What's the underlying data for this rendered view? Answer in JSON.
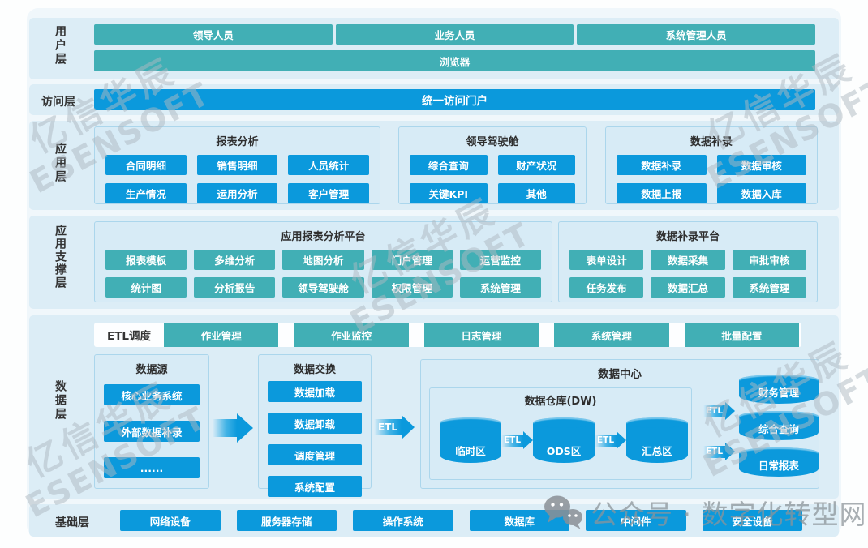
{
  "brand_watermark": {
    "line1": "亿信华辰",
    "line2": "ESENSOFT"
  },
  "footer_watermark": {
    "text": "公众号 · 数字化转型网"
  },
  "colors": {
    "teal": "#41afb5",
    "blue": "#0b99dc",
    "band_bg": "#dcedf6",
    "box_bg": "#d7ebf6"
  },
  "layers": {
    "user": {
      "label": "用户层",
      "roles": [
        "领导人员",
        "业务人员",
        "系统管理人员"
      ],
      "browser": "浏览器"
    },
    "access": {
      "label": "访问层",
      "portal": "统一访问门户"
    },
    "app": {
      "label": "应用层",
      "groups": [
        {
          "title": "报表分析",
          "items": [
            "合同明细",
            "销售明细",
            "人员统计",
            "生产情况",
            "运用分析",
            "客户管理"
          ]
        },
        {
          "title": "领导驾驶舱",
          "items": [
            "综合查询",
            "财产状况",
            "关键KPI",
            "其他"
          ]
        },
        {
          "title": "数据补录",
          "items": [
            "数据补录",
            "数据审核",
            "数据上报",
            "数据入库"
          ]
        }
      ]
    },
    "support": {
      "label": "应用支撑层",
      "groups": [
        {
          "title": "应用报表分析平台",
          "items": [
            "报表模板",
            "多维分析",
            "地图分析",
            "门户管理",
            "运营监控",
            "统计图",
            "分析报告",
            "领导驾驶舱",
            "权限管理",
            "系统管理"
          ]
        },
        {
          "title": "数据补录平台",
          "items": [
            "表单设计",
            "数据采集",
            "审批审核",
            "任务发布",
            "数据汇总",
            "系统管理"
          ]
        }
      ]
    },
    "data": {
      "label": "数据层",
      "etl_label": "ETL",
      "etl_bar": {
        "label": "ETL调度",
        "items": [
          "作业管理",
          "作业监控",
          "日志管理",
          "系统管理",
          "批量配置"
        ]
      },
      "source": {
        "title": "数据源",
        "items": [
          "核心业务系统",
          "外部数据补录",
          "......"
        ]
      },
      "exchange": {
        "title": "数据交换",
        "items": [
          "数据加载",
          "数据卸载",
          "调度管理",
          "系统配置"
        ]
      },
      "center": {
        "title": "数据中心",
        "dw": {
          "title": "数据仓库(DW)",
          "zones": [
            "临时区",
            "ODS区",
            "汇总区"
          ]
        },
        "marts": [
          "财务管理",
          "综合查询",
          "日常报表"
        ]
      }
    },
    "infra": {
      "label": "基础层",
      "items": [
        "网络设备",
        "服务器存储",
        "操作系统",
        "数据库",
        "中间件",
        "安全设备"
      ]
    }
  }
}
